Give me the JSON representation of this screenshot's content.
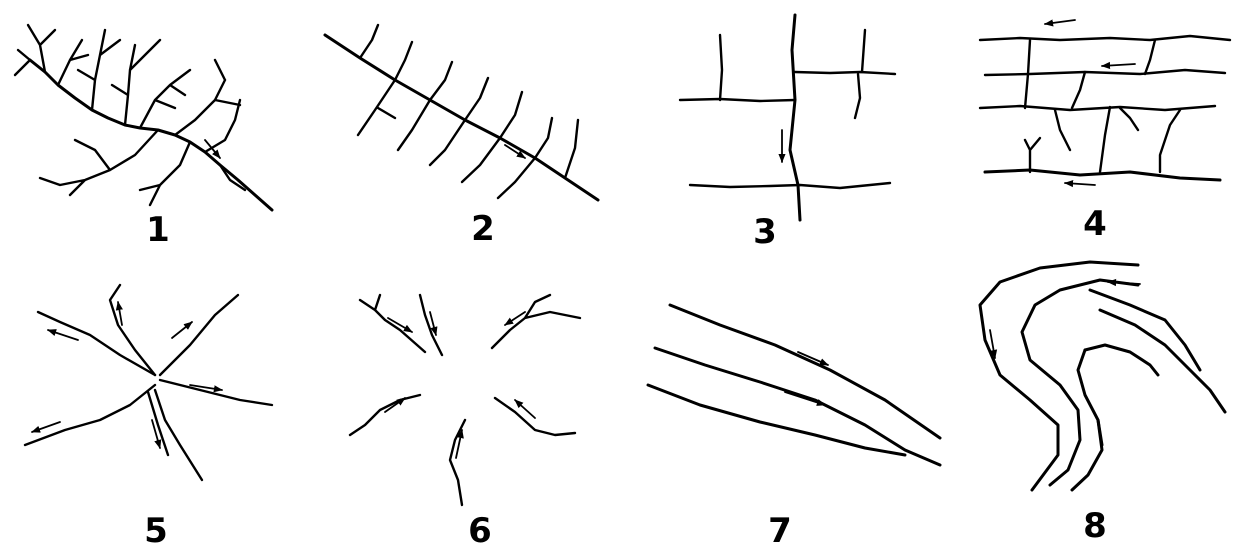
{
  "panels": [
    {
      "id": "1",
      "label": "1"
    },
    {
      "id": "2",
      "label": "2"
    },
    {
      "id": "3",
      "label": "3"
    },
    {
      "id": "4",
      "label": "4"
    },
    {
      "id": "5",
      "label": "5"
    },
    {
      "id": "6",
      "label": "6"
    },
    {
      "id": "7",
      "label": "7"
    },
    {
      "id": "8",
      "label": "8"
    }
  ],
  "colors": {
    "stroke": "#000000",
    "background": "#ffffff"
  }
}
